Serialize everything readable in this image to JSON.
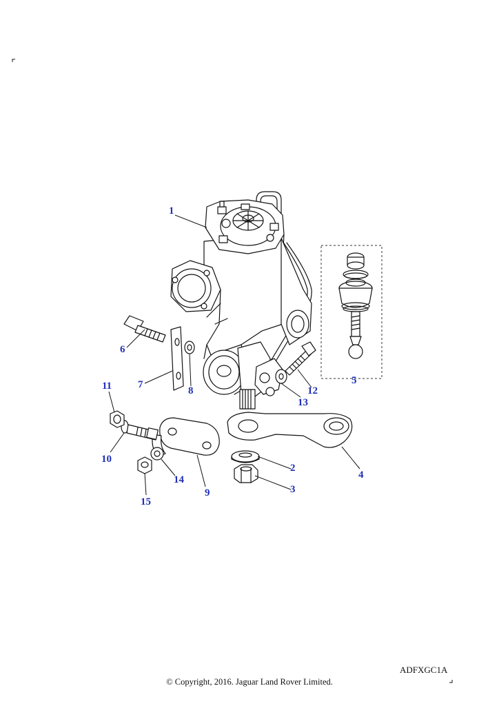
{
  "diagram": {
    "callouts": [
      "1",
      "2",
      "3",
      "4",
      "5",
      "6",
      "7",
      "8",
      "9",
      "10",
      "11",
      "12",
      "13",
      "14",
      "15"
    ],
    "drawing_code": "ADFXGC1A",
    "copyright": "© Copyright, 2016. Jaguar Land Rover Limited."
  },
  "colors": {
    "callout": "#1f2fb8",
    "line": "#111111",
    "background": "#ffffff"
  }
}
